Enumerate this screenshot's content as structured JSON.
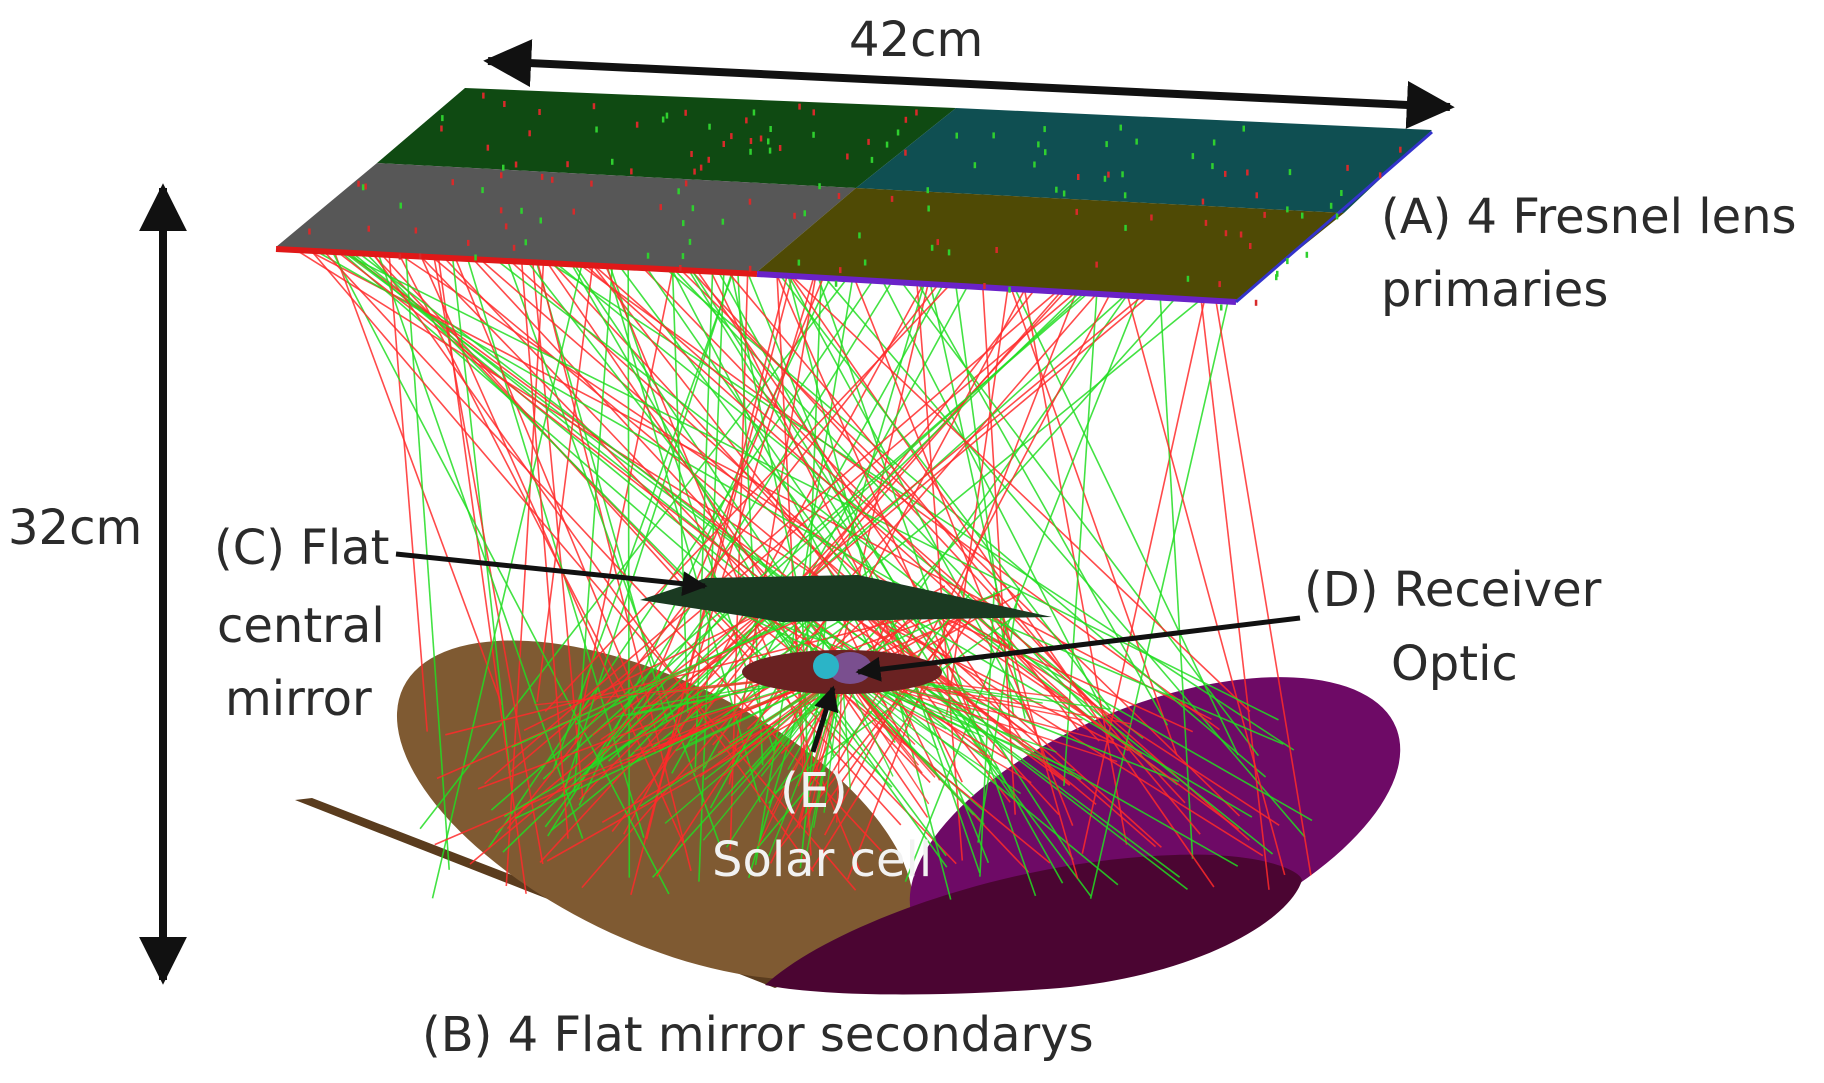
{
  "dimensions": {
    "width_label": "42cm",
    "height_label": "32cm"
  },
  "labels": {
    "fresnel_line1": "(A) 4 Fresnel lens",
    "fresnel_line2": "primaries",
    "central_line1": "(C) Flat",
    "central_line2": "central",
    "central_line3": "mirror",
    "receiver_line1": "(D) Receiver",
    "receiver_line2": "Optic",
    "solar_line1": "(E)",
    "solar_line2": "Solar cell",
    "secondary_caption": "(B) 4 Flat mirror secondarys"
  },
  "colors": {
    "ray_red": "#ff2a2a",
    "ray_green": "#22dd22",
    "lens_dark_green": "#0f4a12",
    "lens_teal": "#0f4f52",
    "lens_grey": "#575757",
    "lens_olive": "#4f4a05",
    "mirror_brown": "#7f5a32",
    "mirror_purple": "#6e0a66",
    "central_mirror": "#1b3a22"
  }
}
